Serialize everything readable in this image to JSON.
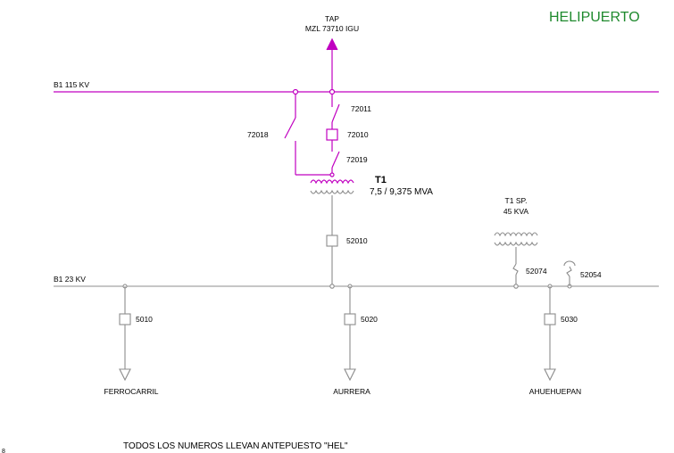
{
  "title": "HELIPUERTO",
  "tap": {
    "label": "TAP",
    "sublabel": "MZL 73710 IGU"
  },
  "buses": {
    "hv": "B1 115 KV",
    "lv": "B1 23 KV"
  },
  "hv_devices": {
    "switch_left": "72018",
    "switch_top": "72011",
    "breaker": "72010",
    "switch_bottom": "72019"
  },
  "transformer": {
    "name": "T1",
    "rating": "7,5 / 9,375 MVA",
    "breaker": "52010"
  },
  "aux_transformer": {
    "name": "T1 SP.",
    "rating": "45 KVA",
    "switch": "52074"
  },
  "spare_switch": "52054",
  "feeders": [
    {
      "breaker": "5010",
      "name": "FERROCARRIL"
    },
    {
      "breaker": "5020",
      "name": "AURRERA"
    },
    {
      "breaker": "5030",
      "name": "AHUEHUEPAN"
    }
  ],
  "note": "TODOS LOS NUMEROS LLEVAN ANTEPUESTO \"HEL\"",
  "corner_mark": "8",
  "colors": {
    "hv": "#c000c0",
    "lv": "#9a9a9a",
    "title": "#1f8a2e"
  }
}
